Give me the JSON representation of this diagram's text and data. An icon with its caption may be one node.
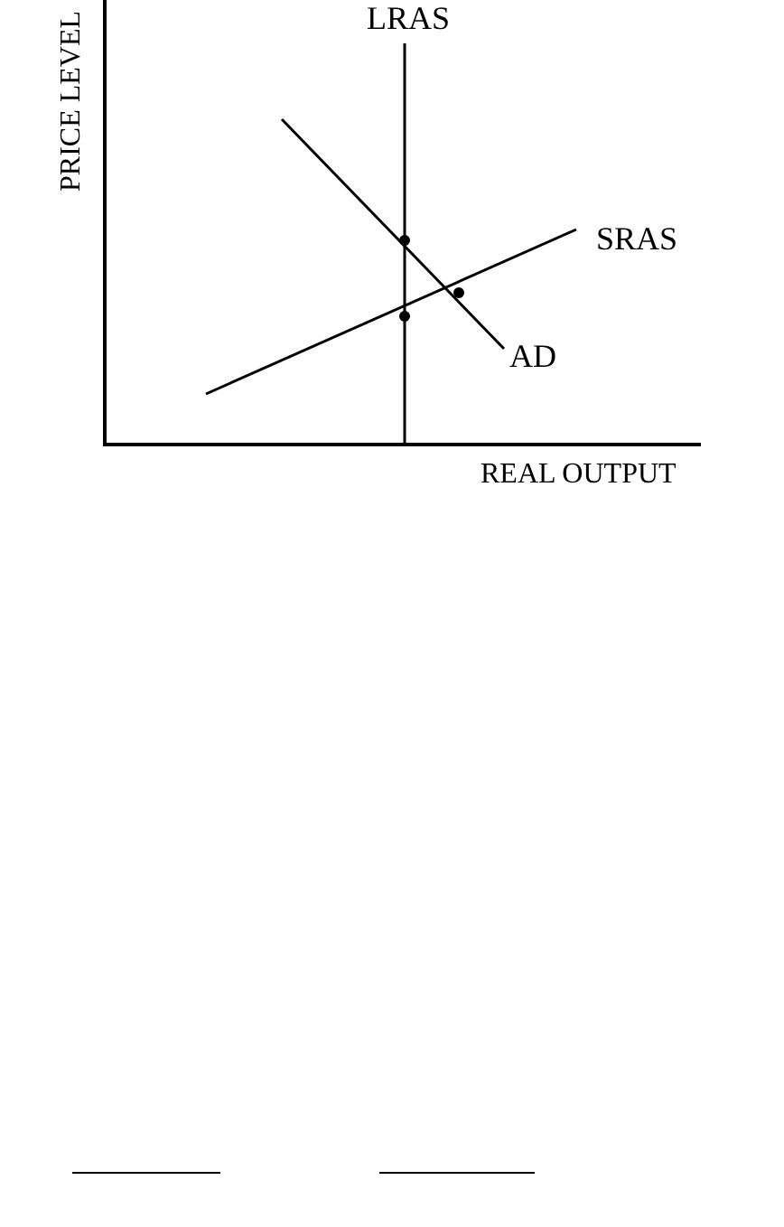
{
  "diagram": {
    "labels": [
      "PRICE LEVEL",
      "LRAS",
      "SRAS",
      "AD",
      "REAL OUTPUT"
    ]
  }
}
